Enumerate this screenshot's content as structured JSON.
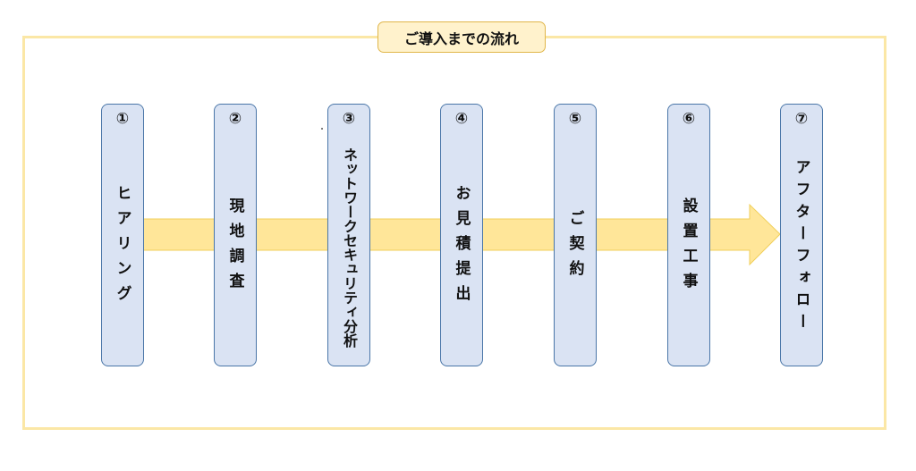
{
  "title": "ご導入までの流れ",
  "colors": {
    "frame_border": "#fbe7a6",
    "title_fill": "#fff2cc",
    "title_border": "#e0b64a",
    "arrow_fill": "#ffe699",
    "step_fill": "#dae3f3",
    "step_border": "#4a76a8"
  },
  "steps": [
    {
      "number": "①",
      "label": "ヒアリング"
    },
    {
      "number": "②",
      "label": "現地調査"
    },
    {
      "number": "③",
      "label": "ネットワークセキュリティ分析"
    },
    {
      "number": "④",
      "label": "お見積提出"
    },
    {
      "number": "⑤",
      "label": "ご契約"
    },
    {
      "number": "⑥",
      "label": "設置工事"
    },
    {
      "number": "⑦",
      "label": "アフターフォロー"
    }
  ]
}
